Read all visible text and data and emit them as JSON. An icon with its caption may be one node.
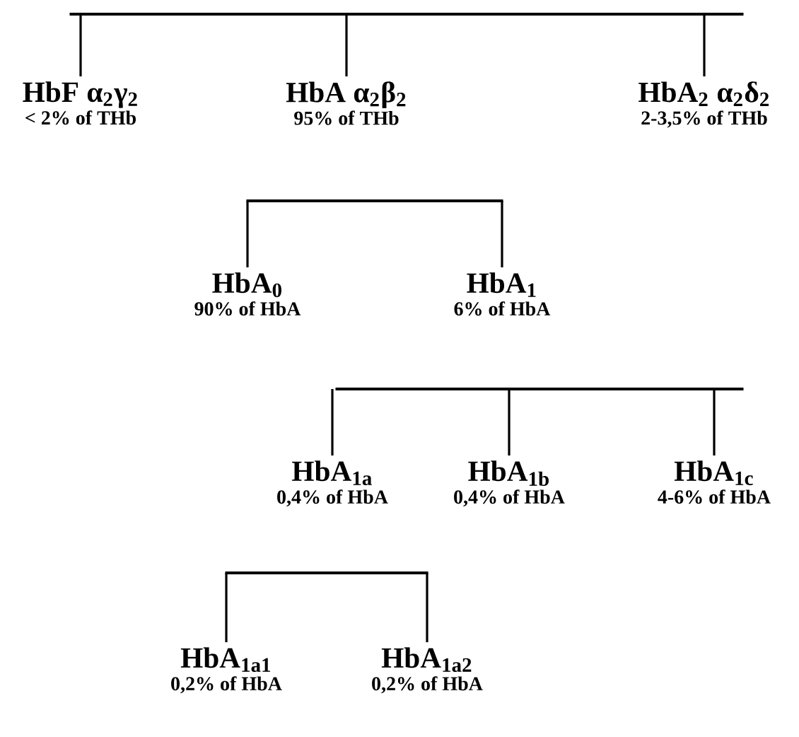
{
  "diagram": {
    "nodes": [
      {
        "text": [],
        "shape": "bar"
      },
      {
        "text": [
          "HbF α$_{2}$γ$_{2}$",
          "< 2% of THb"
        ]
      },
      {
        "text": [
          "HbA α$_{2}$β$_{2}$",
          "95% of THb"
        ]
      },
      {
        "text": [
          "HbA$_{2}$ α$_{2}$δ$_{2}$",
          "2-3,5% of THb"
        ]
      },
      {
        "text": [],
        "shape": "bar"
      },
      {
        "text": [
          "HbA$_{0}$",
          "90% of HbA"
        ]
      },
      {
        "text": [
          "HbA$_{1}$",
          "6% of HbA"
        ]
      },
      {
        "text": [],
        "shape": "bar"
      },
      {
        "text": [
          "HbA$_{1a}$",
          "0,4% of HbA"
        ]
      },
      {
        "text": [
          "HbA$_{1b}$",
          "0,4% of HbA"
        ]
      },
      {
        "text": [
          "HbA$_{1c}$",
          "4-6% of HbA"
        ]
      },
      {
        "text": [],
        "shape": "bar"
      },
      {
        "text": [
          "HbA$_{1a1}$",
          "0,2% of HbA"
        ]
      },
      {
        "text": [
          "HbA$_{1a2}$",
          "0,2% of HbA"
        ]
      }
    ],
    "edges": [
      {
        "from": 0,
        "to": 1,
        "arrow": "none"
      },
      {
        "from": 0,
        "to": 2,
        "arrow": "none"
      },
      {
        "from": 0,
        "to": 3,
        "arrow": "none"
      },
      {
        "from": 4,
        "to": 5,
        "arrow": "none"
      },
      {
        "from": 4,
        "to": 6,
        "arrow": "none"
      },
      {
        "from": 7,
        "to": 8,
        "arrow": "none"
      },
      {
        "from": 7,
        "to": 9,
        "arrow": "none"
      },
      {
        "from": 7,
        "to": 10,
        "arrow": "none"
      },
      {
        "from": 11,
        "to": 12,
        "arrow": "none"
      },
      {
        "from": 11,
        "to": 13,
        "arrow": "none"
      }
    ]
  }
}
